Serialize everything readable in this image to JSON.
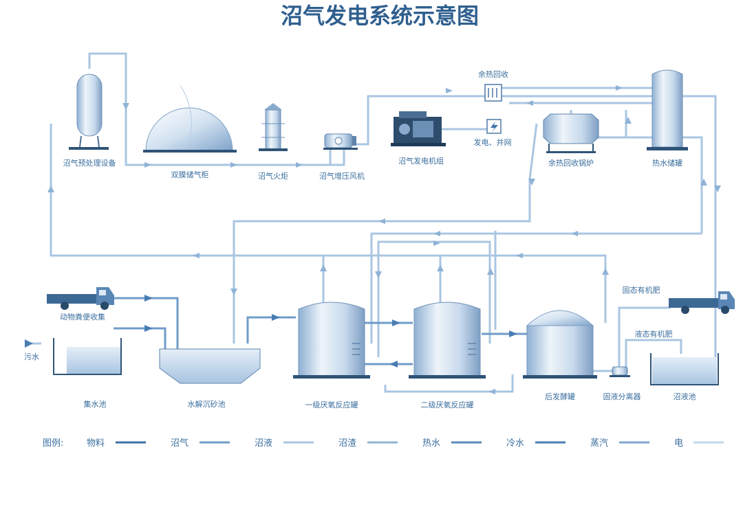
{
  "title": "沼气发电系统示意图",
  "labels": {
    "pretreatment": "沼气预处理设备",
    "gas_holder": "双膜储气柜",
    "flare": "沼气火炬",
    "booster": "沼气增压风机",
    "generator": "沼气发电机组",
    "grid": "发电、并网",
    "heat_recovery": "余热回收",
    "boiler": "余热回收锅炉",
    "hot_water_tank": "热水储罐",
    "manure": "动物粪便收集",
    "sewage": "污水",
    "collection_tank": "集水池",
    "hydrolysis": "水解沉砂池",
    "reactor1": "一级厌氧反应罐",
    "reactor2": "二级厌氧反应罐",
    "post_ferment": "后发酵罐",
    "separator": "固液分离器",
    "solid_fertilizer": "固态有机肥",
    "liquid_fertilizer": "液态有机肥",
    "slurry_tank": "沼液池"
  },
  "legend": {
    "title": "图例:",
    "items": [
      {
        "label": "物料",
        "color": "#3f6fa6"
      },
      {
        "label": "沼气",
        "color": "#6f9cc8"
      },
      {
        "label": "沼液",
        "color": "#a9c6e2"
      },
      {
        "label": "沼渣",
        "color": "#8fb3d6"
      },
      {
        "label": "热水",
        "color": "#5a88b8"
      },
      {
        "label": "冷水",
        "color": "#4a7db3"
      },
      {
        "label": "蒸汽",
        "color": "#7ea7cf"
      },
      {
        "label": "电",
        "color": "#c3d7ea"
      }
    ]
  }
}
